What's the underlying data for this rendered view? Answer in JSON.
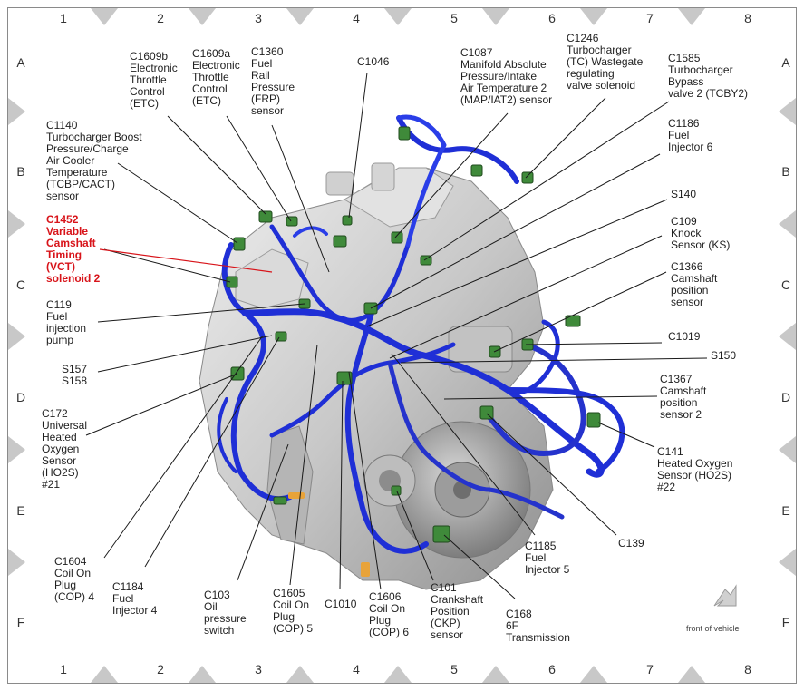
{
  "grid": {
    "columns": [
      "1",
      "2",
      "3",
      "4",
      "5",
      "6",
      "7",
      "8"
    ],
    "rows": [
      "A",
      "B",
      "C",
      "D",
      "E",
      "F"
    ]
  },
  "labels": {
    "c1609b": "C1609b\nElectronic\nThrottle\nControl\n(ETC)",
    "c1609a": "C1609a\nElectronic\nThrottle\nControl\n(ETC)",
    "c1360": "C1360\nFuel\nRail\nPressure\n(FRP)\nsensor",
    "c1046": "C1046",
    "c1087": "C1087\nManifold Absolute\nPressure/Intake\nAir Temperature 2\n(MAP/IAT2) sensor",
    "c1246": "C1246\nTurbocharger\n(TC) Wastegate\nregulating\nvalve solenoid",
    "c1585": "C1585\nTurbocharger\nBypass\nvalve 2 (TCBY2)",
    "c1140": "C1140\nTurbocharger Boost\nPressure/Charge\nAir Cooler\nTemperature\n(TCBP/CACT)\nsensor",
    "c1186": "C1186\nFuel\nInjector 6",
    "c1452": "C1452\nVariable\nCamshaft\nTiming\n(VCT)\nsolenoid 2",
    "s140": "S140",
    "c109": "C109\nKnock\nSensor (KS)",
    "c1366": "C1366\nCamshaft\nposition\nsensor",
    "c119": "C119\nFuel\ninjection\npump",
    "c1019": "C1019",
    "s150": "S150",
    "s157": "S157\nS158",
    "c1367": "C1367\nCamshaft\nposition\nsensor 2",
    "c172": "C172\nUniversal\nHeated\nOxygen\nSensor\n(HO2S)\n#21",
    "c141": "C141\nHeated Oxygen\nSensor (HO2S)\n#22",
    "c139": "C139",
    "c1185": "C1185\nFuel\nInjector 5",
    "c1604": "C1604\nCoil On\nPlug\n(COP) 4",
    "c1184": "C1184\nFuel\nInjector 4",
    "c103": "C103\nOil\npressure\nswitch",
    "c1605": "C1605\nCoil On\nPlug\n(COP) 5",
    "c1010": "C1010",
    "c1606": "C1606\nCoil On\nPlug\n(COP) 6",
    "c101": "C101\nCrankshaft\nPosition\n(CKP)\nsensor",
    "c168": "C168\n6F\nTransmission"
  },
  "front_of_vehicle": "front of vehicle",
  "colors": {
    "harness": "#1f2fd6",
    "harness_dark": "#0d1890",
    "connector": "#3f8a3a",
    "engine": "#c9c9c9",
    "highlight_label": "#d8141a"
  }
}
